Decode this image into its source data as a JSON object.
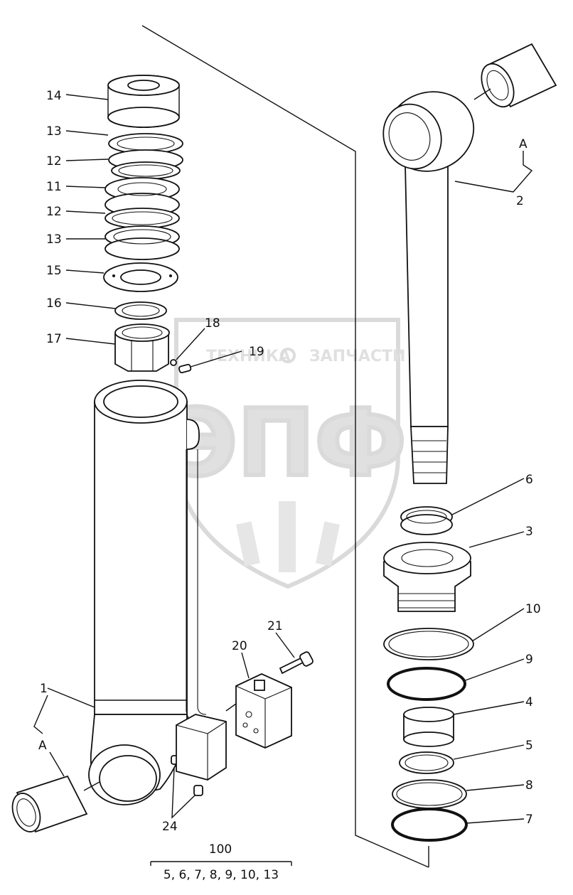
{
  "labels": {
    "p14": "14",
    "p13a": "13",
    "p12a": "12",
    "p11": "11",
    "p12b": "12",
    "p13b": "13",
    "p15": "15",
    "p16": "16",
    "p17": "17",
    "p18": "18",
    "p19": "19",
    "p2": "2",
    "pA_top": "A",
    "p6": "6",
    "p3": "3",
    "p10": "10",
    "p9": "9",
    "p4": "4",
    "p5": "5",
    "p8": "8",
    "p7": "7",
    "p1": "1",
    "pA_bottom": "A",
    "p20": "20",
    "p21": "21",
    "p24": "24"
  },
  "kit": {
    "number": "100",
    "contents": "5, 6, 7, 8, 9, 10, 13"
  },
  "watermark": {
    "top_left": "ТЕХНИКА",
    "top_right": "ЗАПЧАСТИ",
    "logo": "ЭПФ"
  }
}
